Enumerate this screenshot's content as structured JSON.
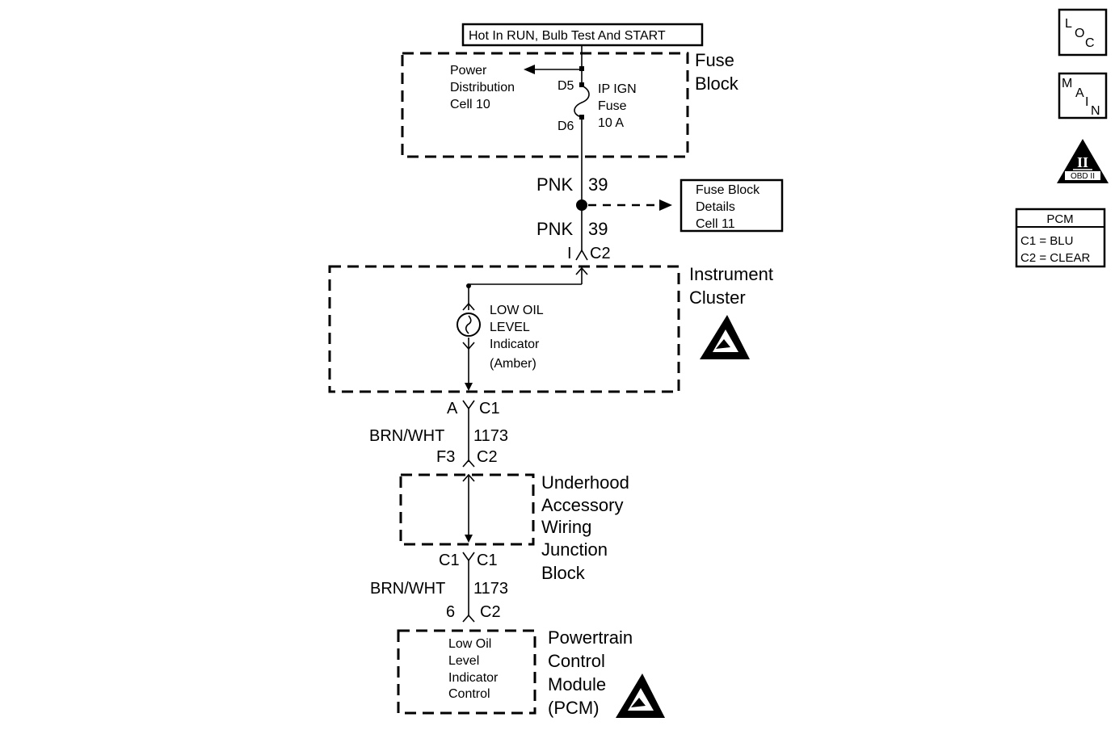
{
  "power_source": {
    "label": "Hot In RUN, Bulb Test And START"
  },
  "fuse_block": {
    "title_line1": "Fuse",
    "title_line2": "Block",
    "power_dist_line1": "Power",
    "power_dist_line2": "Distribution",
    "power_dist_line3": "Cell 10",
    "terminal_top": "D5",
    "terminal_bottom": "D6",
    "fuse_line1": "IP IGN",
    "fuse_line2": "Fuse",
    "fuse_line3": "10 A"
  },
  "wire_upper": {
    "color": "PNK",
    "circuit": "39"
  },
  "wire_lower": {
    "color": "PNK",
    "circuit": "39"
  },
  "fuse_details": {
    "line1": "Fuse Block",
    "line2": "Details",
    "line3": "Cell 11"
  },
  "cluster_connector": {
    "pin": "I",
    "connector": "C2"
  },
  "instrument_cluster": {
    "title_line1": "Instrument",
    "title_line2": "Cluster",
    "indicator_line1": "LOW OIL",
    "indicator_line2": "LEVEL",
    "indicator_line3": "Indicator",
    "indicator_line4": "(Amber)"
  },
  "cluster_out_connector": {
    "pin": "A",
    "connector": "C1"
  },
  "wire_brn1": {
    "color": "BRN/WHT",
    "circuit": "1173",
    "pin": "F3",
    "connector": "C2"
  },
  "junction_block": {
    "line1": "Underhood",
    "line2": "Accessory",
    "line3": "Wiring",
    "line4": "Junction",
    "line5": "Block"
  },
  "junction_out_connector": {
    "left": "C1",
    "right": "C1"
  },
  "wire_brn2": {
    "color": "BRN/WHT",
    "circuit": "1173",
    "pin": "6",
    "connector": "C2"
  },
  "pcm": {
    "title_line1": "Powertrain",
    "title_line2": "Control",
    "title_line3": "Module",
    "title_line4": "(PCM)",
    "inner_line1": "Low Oil",
    "inner_line2": "Level",
    "inner_line3": "Indicator",
    "inner_line4": "Control"
  },
  "nav": {
    "loc": {
      "l1": "L",
      "l2": "O",
      "l3": "C"
    },
    "main": {
      "l1": "M",
      "l2": "A",
      "l3": "I",
      "l4": "N"
    },
    "obd": {
      "numeral": "II",
      "label": "OBD II"
    }
  },
  "pcm_legend": {
    "title": "PCM",
    "row1": "C1 = BLU",
    "row2": "C2 = CLEAR"
  }
}
